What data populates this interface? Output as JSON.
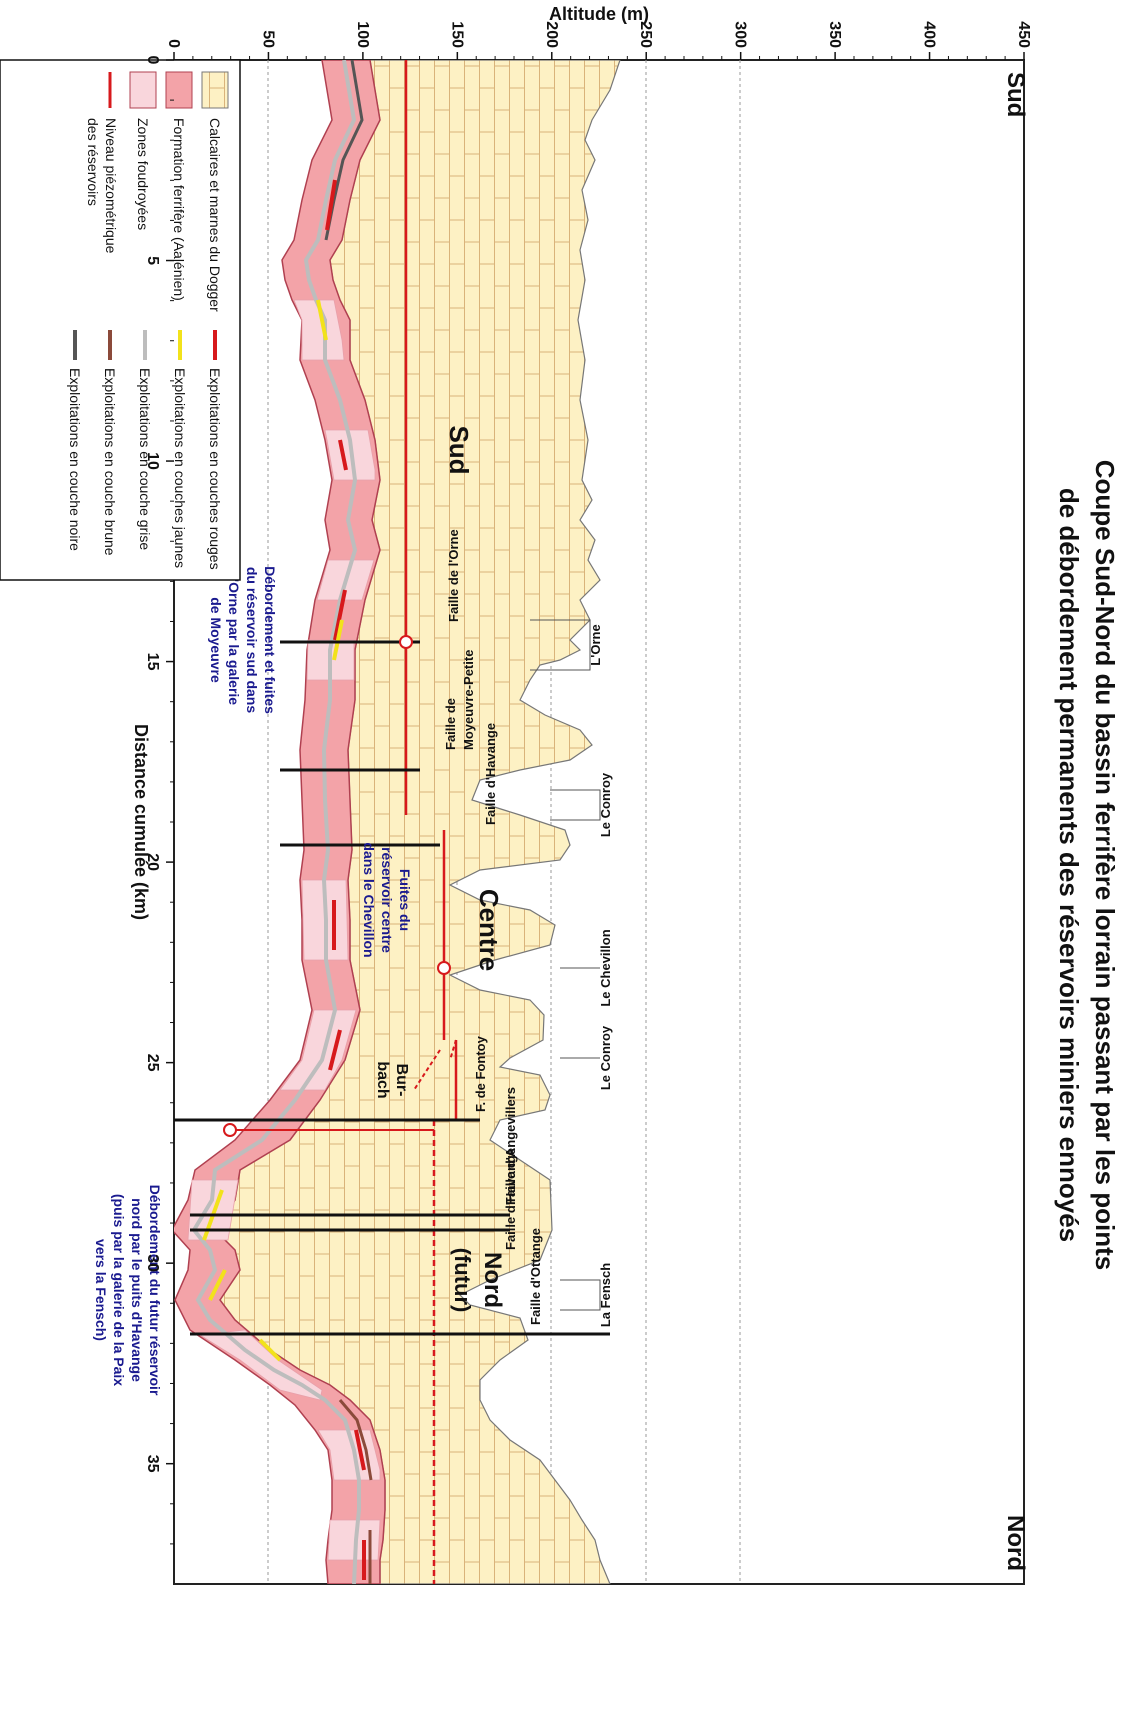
{
  "title": {
    "line1": "Coupe Sud-Nord du bassin ferrifère lorrain passant par les points",
    "line2": "de débordement permanents des réservoirs miniers ennoyés"
  },
  "axes": {
    "x_label": "Distance cumulée (km)",
    "y_label": "Altitude (m)",
    "x_ticks": [
      "0",
      "5",
      "10",
      "15",
      "20",
      "25",
      "30",
      "35"
    ],
    "y_ticks": [
      "0",
      "50",
      "100",
      "150",
      "200",
      "250",
      "300",
      "350",
      "400",
      "450"
    ],
    "left_end_label": "Sud",
    "right_end_label": "Nord"
  },
  "reservoirs": {
    "sud": "Sud",
    "centre": "Centre",
    "nord_1": "Nord",
    "nord_2": "(futur)",
    "burbach_1": "Bur-",
    "burbach_2": "bach"
  },
  "rivers": {
    "orne": "L'Orne",
    "conroy_1": "Le Conroy",
    "chevillon": "Le Chevillon",
    "conroy_2": "Le Conroy",
    "fensch": "La Fensch"
  },
  "faults": {
    "orne": "Faille de l'Orne",
    "moyeuvre_1": "Faille de",
    "moyeuvre_2": "Moyeuvre-Petite",
    "havange_1": "Faille d'Havange",
    "fontoy": "F. de Fontoy",
    "angevillers": "Faille d'Angevillers",
    "havange_2": "Faille d'Havange",
    "ottange": "Faille d'Ottange"
  },
  "annotations": {
    "sud": [
      "Débordement et fuites",
      "du réservoir sud dans",
      "l'Orne par la galerie",
      "de Moyeuvre"
    ],
    "centre": [
      "Fuites du",
      "réservoir centre",
      "dans le Chevillon"
    ],
    "nord": [
      "Débordement du futur réservoir",
      "nord par le puits d'Havange",
      "(puis par la galerie de la Paix",
      "vers la Fensch)"
    ]
  },
  "legend": {
    "calcaires": "Calcaires et marnes du Dogger",
    "formation": "Formation ferrifère (Aalénien)",
    "zones": "Zones foudroyées",
    "niveau_1": "Niveau piézométrique",
    "niveau_2": "des réservoirs",
    "rouges": "Exploitations en couches rouges",
    "jaunes": "Exploitations en couches jaunes",
    "grise": "Exploitations en couche grise",
    "brune": "Exploitations en couche brune",
    "noire": "Exploitations en couche noire"
  },
  "colors": {
    "limestone": "#fdf1c4",
    "brick_line": "#d9b37a",
    "formation": "#f3a3a8",
    "formation_edge": "#b04050",
    "foudroyee": "#f9d6dc",
    "red": "#d7191c",
    "yellow": "#f2e21b",
    "grey": "#bdbdbd",
    "brown": "#8b4a3a",
    "black": "#555555",
    "annotation": "#1a1a8f"
  }
}
